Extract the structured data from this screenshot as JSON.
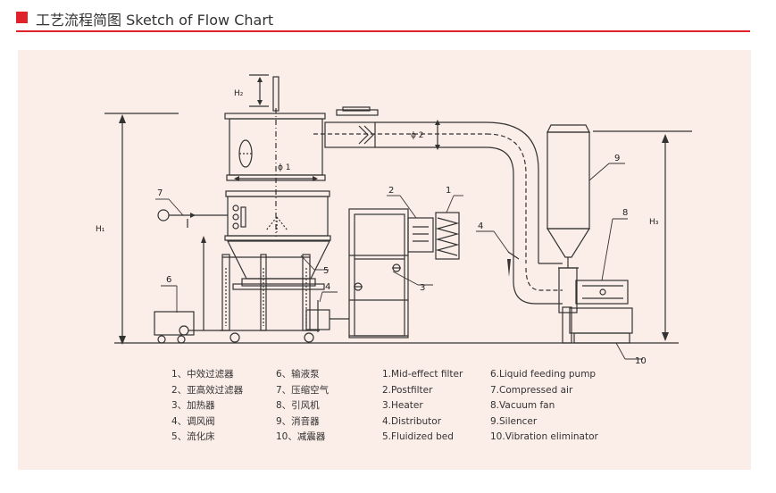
{
  "header": {
    "title": "工艺流程简图  Sketch of Flow Chart",
    "accent_color": "#e0222b"
  },
  "panel": {
    "background": "#fbede7"
  },
  "diagram": {
    "dimension_labels": {
      "h1": "H₁",
      "h2": "H₂",
      "h3": "H₃",
      "phi1": "ϕ 1",
      "phi2": "ϕ 2"
    },
    "callouts": [
      "1",
      "2",
      "3",
      "4",
      "4",
      "5",
      "6",
      "7",
      "8",
      "9",
      "10"
    ]
  },
  "legend": {
    "cn_col1": [
      "1、中效过滤器",
      "2、亚高效过滤器",
      "3、加热器",
      "4、调风阀",
      "5、流化床"
    ],
    "cn_col2": [
      "6、输液泵",
      "7、压缩空气",
      "8、引风机",
      "9、消音器",
      "10、减震器"
    ],
    "en_col1": [
      "1.Mid-effect filter",
      "2.Postfilter",
      "3.Heater",
      "4.Distributor",
      "5.Fluidized bed"
    ],
    "en_col2": [
      "6.Liquid feeding pump",
      "7.Compressed air",
      "8.Vacuum fan",
      "9.Silencer",
      "10.Vibration eliminator"
    ]
  }
}
